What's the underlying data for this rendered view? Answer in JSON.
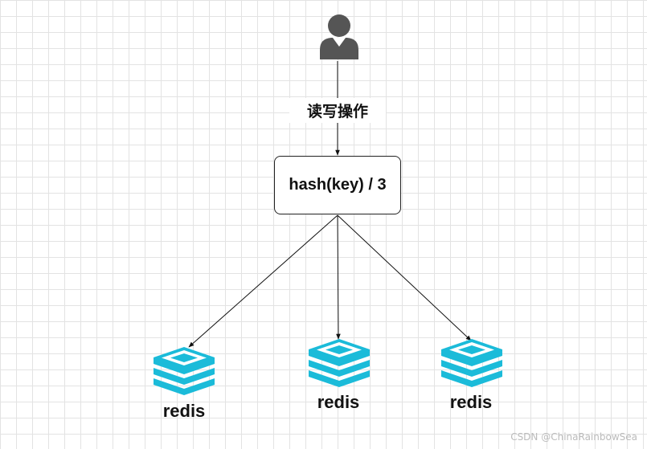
{
  "diagram": {
    "operation_label": "读写操作",
    "hash_label": "hash(key) / 3",
    "nodes": [
      {
        "label": "redis"
      },
      {
        "label": "redis"
      },
      {
        "label": "redis"
      }
    ],
    "watermark": "CSDN @ChinaRainbowSea"
  },
  "colors": {
    "redis_icon": "#1bbbd9",
    "user_icon": "#555555",
    "line": "#111111"
  },
  "icons": {
    "user": "user-icon",
    "node": "redis-icon"
  }
}
